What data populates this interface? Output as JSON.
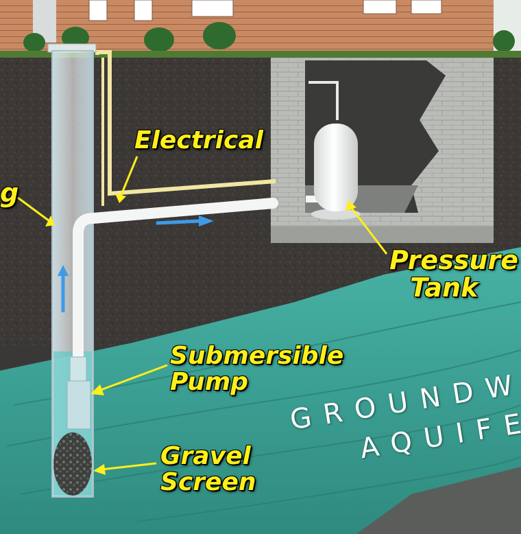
{
  "labels": {
    "casing": "g",
    "electrical": "Electrical",
    "pressure_tank": [
      "Pressure",
      "Tank"
    ],
    "submersible_pump": [
      "Submersible",
      "Pump"
    ],
    "gravel_screen": [
      "Gravel",
      "Screen"
    ],
    "aquifer": [
      "GROUNDWAT",
      "AQUIFER"
    ]
  },
  "colors": {
    "label_text": "#ffef1a",
    "arrow_line": "#ffef1a",
    "flow_arrow": "#3d9be9",
    "soil": "#3b3836",
    "aquifer": "#3fa89c",
    "siding": "#c98a63"
  }
}
